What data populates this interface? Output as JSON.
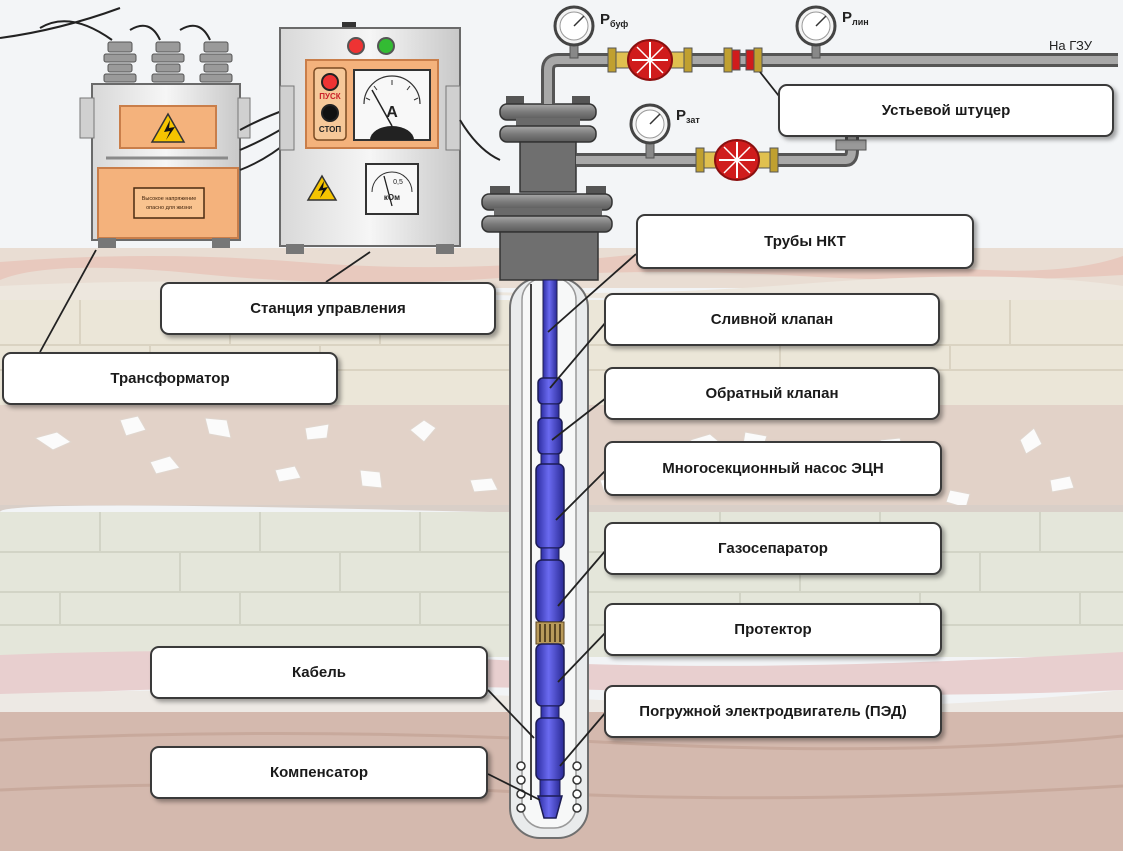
{
  "labels": {
    "transformer": "Трансформатор",
    "control_station": "Станция управления",
    "cable": "Кабель",
    "compensator": "Компенсатор",
    "wellhead_choke": "Устьевой штуцер",
    "tubing": "Трубы НКТ",
    "drain_valve": "Сливной клапан",
    "check_valve": "Обратный клапан",
    "pump": "Многосекционный насос ЭЦН",
    "gas_separator": "Газосепаратор",
    "protector": "Протектор",
    "motor": "Погружной электродвигатель (ПЭД)"
  },
  "gauges": {
    "p_buf": {
      "main": "P",
      "sub": "буф"
    },
    "p_lin": {
      "main": "P",
      "sub": "лин"
    },
    "p_zat": {
      "main": "P",
      "sub": "зат"
    }
  },
  "pipeline_destination": "На ГЗУ",
  "control_panel": {
    "start": "ПУСК",
    "stop": "СТОП",
    "ammeter_unit": "A",
    "megohm_unit": "кОм",
    "megohm_scale": "0,5"
  },
  "transformer_plate": {
    "line1": "Высокое напряжение",
    "line2": "опасно для жизни"
  },
  "colors": {
    "pump_blue": "#4a4ad6",
    "valve_red": "#c8202a",
    "panel_orange": "#f4b27c",
    "soil_brown": "#c9ada1"
  }
}
